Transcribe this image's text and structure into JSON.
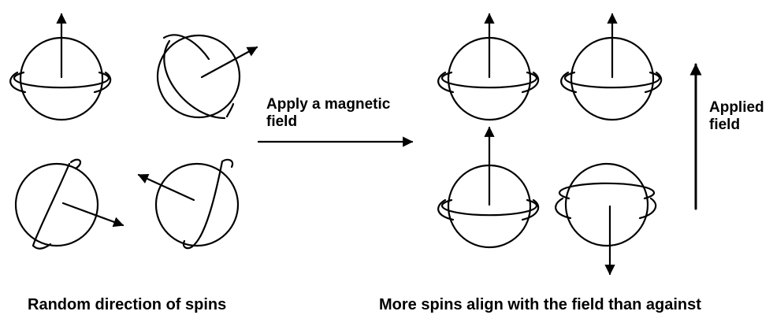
{
  "labels": {
    "apply_line1": "Apply a magnetic",
    "apply_line2": "field",
    "applied_line1": "Applied",
    "applied_line2": "field",
    "caption_left": "Random direction of spins",
    "caption_right": "More spins align with the field than against"
  },
  "spins": [
    {
      "name": "spin-random-1",
      "direction": "up"
    },
    {
      "name": "spin-random-2",
      "direction": "upper-right"
    },
    {
      "name": "spin-random-3",
      "direction": "lower-right"
    },
    {
      "name": "spin-random-4",
      "direction": "upper-left"
    },
    {
      "name": "spin-aligned-1",
      "direction": "up"
    },
    {
      "name": "spin-aligned-2",
      "direction": "up"
    },
    {
      "name": "spin-aligned-3",
      "direction": "up"
    },
    {
      "name": "spin-against-1",
      "direction": "down"
    }
  ]
}
